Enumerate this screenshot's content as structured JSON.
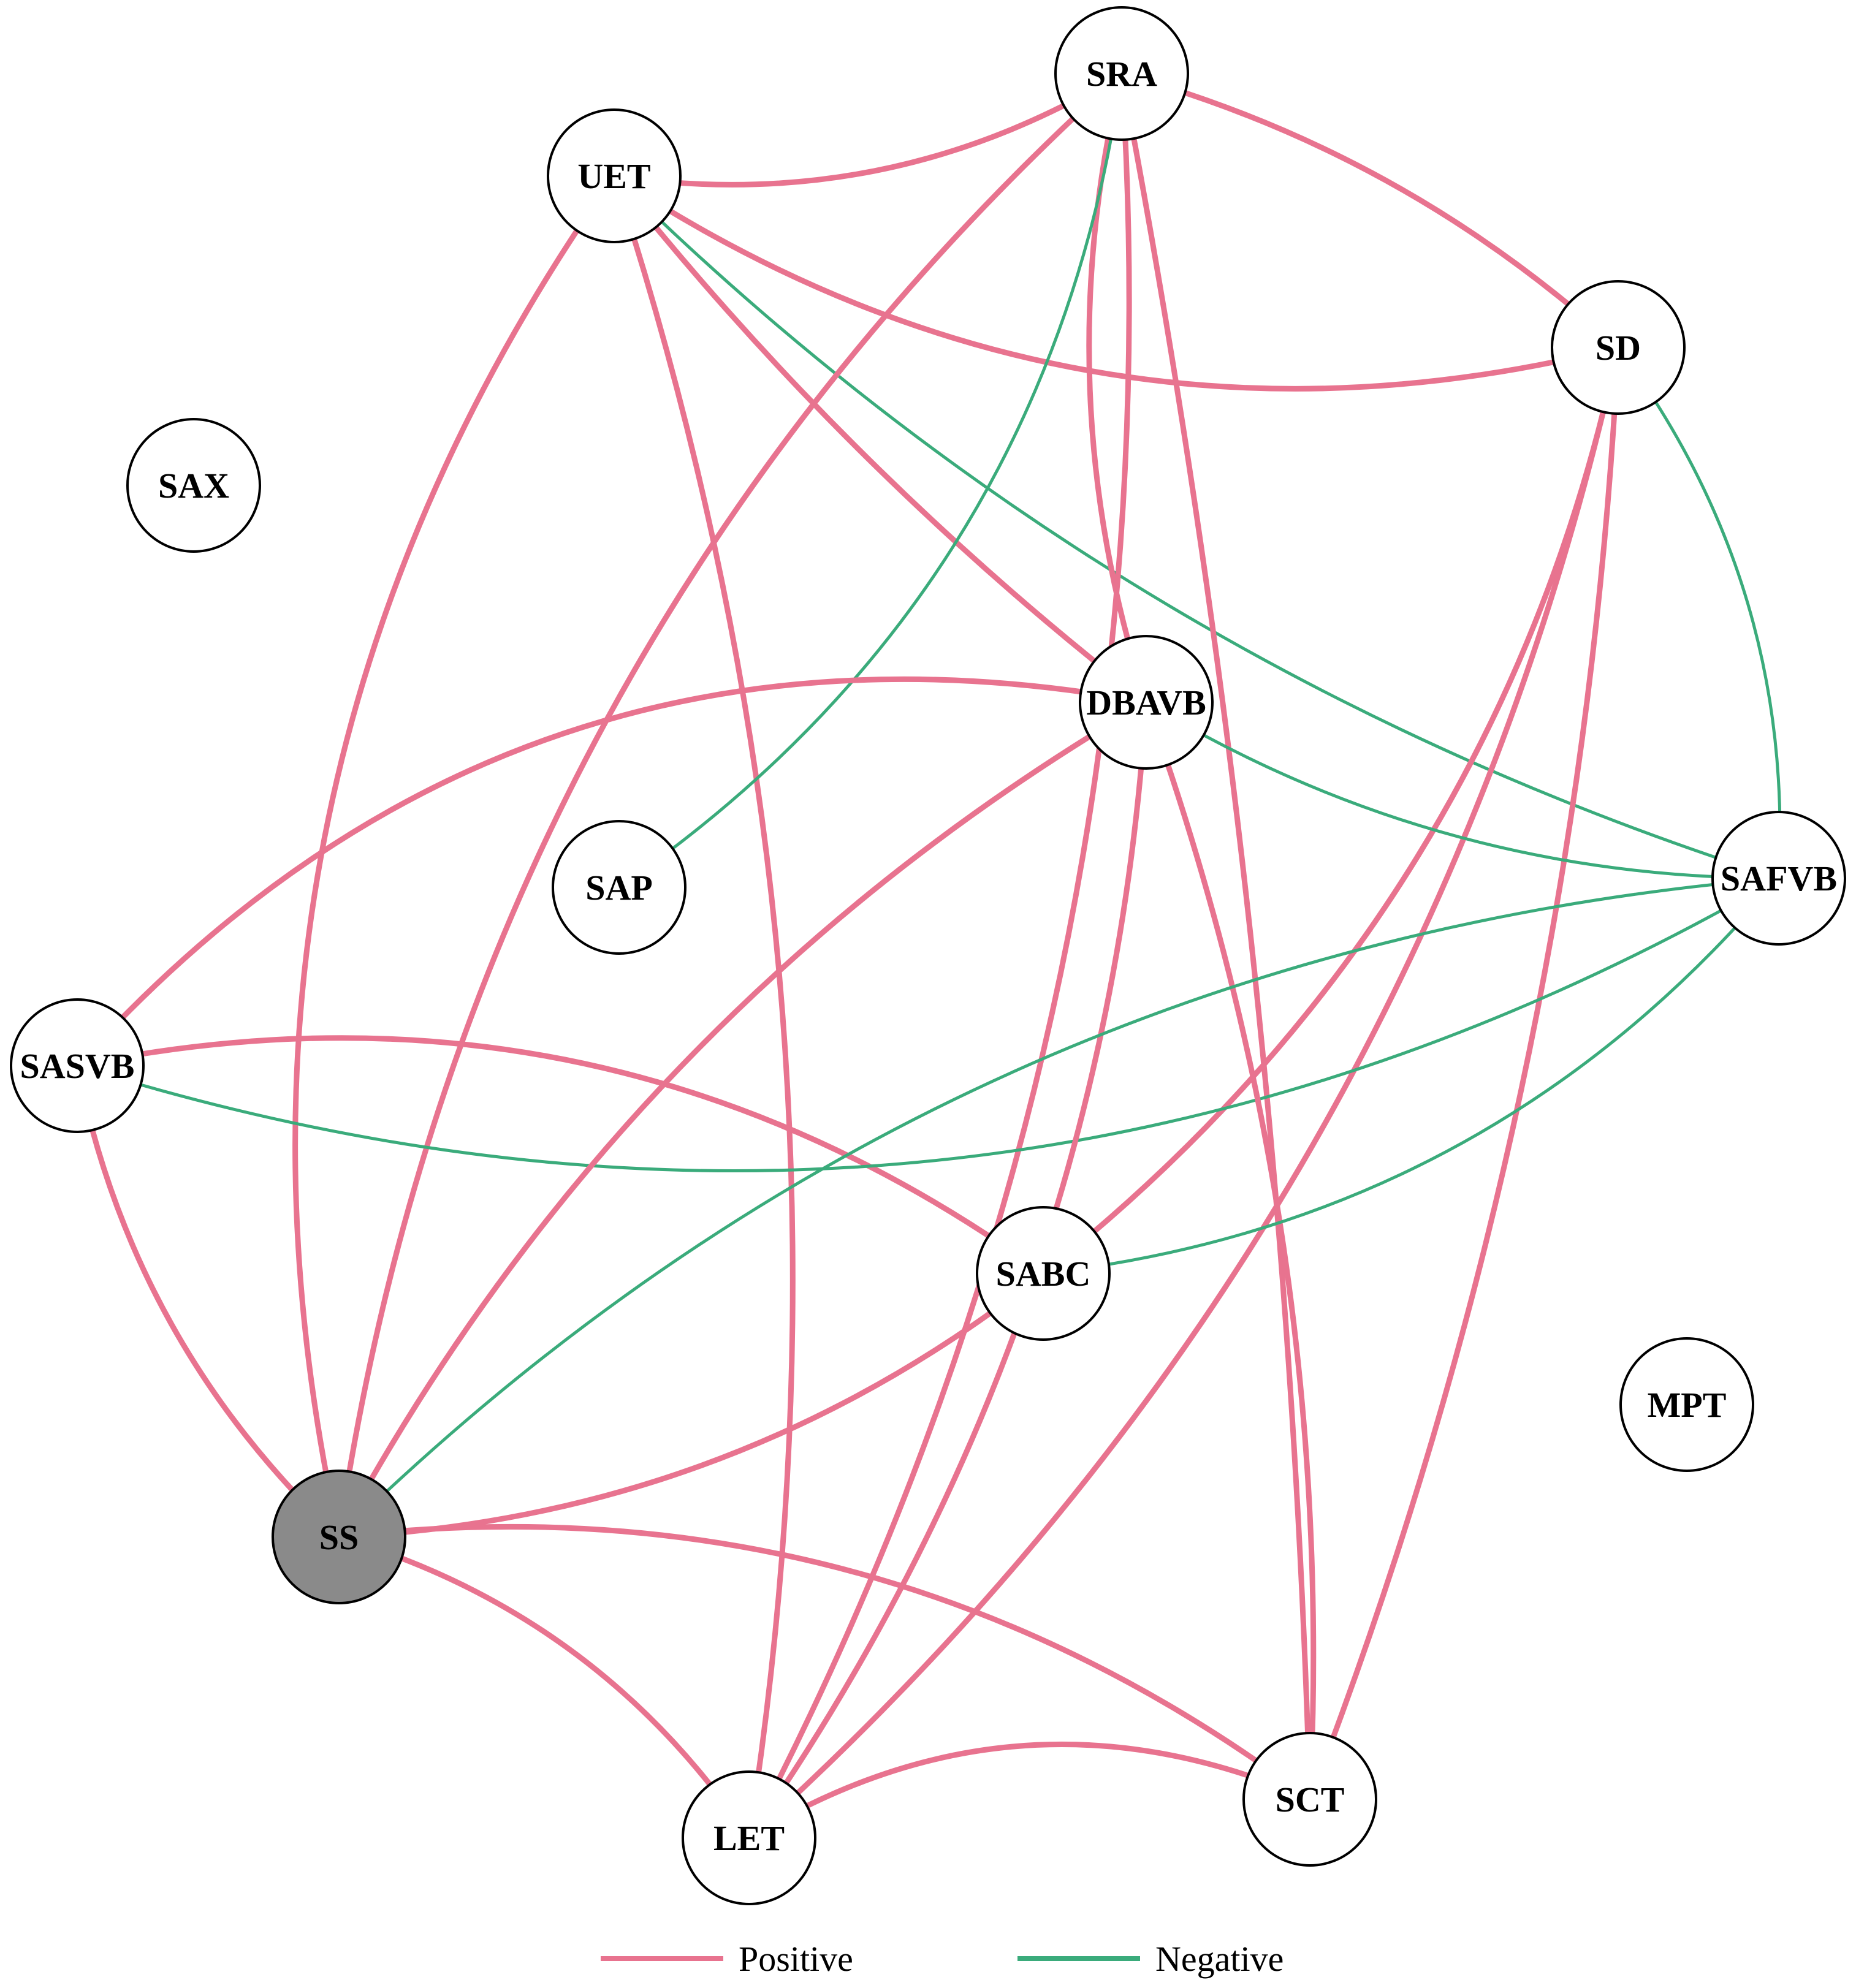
{
  "colors": {
    "positive": "#e8738f",
    "negative": "#3aab7b",
    "node_fill": "#ffffff",
    "highlight_fill": "#8a8a8a"
  },
  "nodes": [
    {
      "id": "SRA",
      "label": "SRA",
      "highlight": false
    },
    {
      "id": "UET",
      "label": "UET",
      "highlight": false
    },
    {
      "id": "SD",
      "label": "SD",
      "highlight": false
    },
    {
      "id": "SAX",
      "label": "SAX",
      "highlight": false
    },
    {
      "id": "DBAVB",
      "label": "DBAVB",
      "highlight": false
    },
    {
      "id": "SAP",
      "label": "SAP",
      "highlight": false
    },
    {
      "id": "SAFVB",
      "label": "SAFVB",
      "highlight": false
    },
    {
      "id": "SASVB",
      "label": "SASVB",
      "highlight": false
    },
    {
      "id": "SABC",
      "label": "SABC",
      "highlight": false
    },
    {
      "id": "MPT",
      "label": "MPT",
      "highlight": false
    },
    {
      "id": "SS",
      "label": "SS",
      "highlight": true
    },
    {
      "id": "LET",
      "label": "LET",
      "highlight": false
    },
    {
      "id": "SCT",
      "label": "SCT",
      "highlight": false
    }
  ],
  "edges": [
    {
      "source": "UET",
      "target": "SRA",
      "sign": "positive"
    },
    {
      "source": "UET",
      "target": "SD",
      "sign": "positive"
    },
    {
      "source": "UET",
      "target": "SS",
      "sign": "positive"
    },
    {
      "source": "UET",
      "target": "DBAVB",
      "sign": "positive"
    },
    {
      "source": "UET",
      "target": "LET",
      "sign": "positive"
    },
    {
      "source": "UET",
      "target": "SAFVB",
      "sign": "negative"
    },
    {
      "source": "SRA",
      "target": "SS",
      "sign": "positive"
    },
    {
      "source": "SRA",
      "target": "SD",
      "sign": "positive"
    },
    {
      "source": "SRA",
      "target": "DBAVB",
      "sign": "positive"
    },
    {
      "source": "SRA",
      "target": "SCT",
      "sign": "positive"
    },
    {
      "source": "SRA",
      "target": "LET",
      "sign": "positive"
    },
    {
      "source": "SRA",
      "target": "SAP",
      "sign": "negative"
    },
    {
      "source": "SD",
      "target": "SABC",
      "sign": "positive"
    },
    {
      "source": "SD",
      "target": "LET",
      "sign": "positive"
    },
    {
      "source": "SD",
      "target": "SCT",
      "sign": "positive"
    },
    {
      "source": "SD",
      "target": "SAFVB",
      "sign": "negative"
    },
    {
      "source": "SASVB",
      "target": "DBAVB",
      "sign": "positive"
    },
    {
      "source": "SASVB",
      "target": "SABC",
      "sign": "positive"
    },
    {
      "source": "SASVB",
      "target": "SS",
      "sign": "positive"
    },
    {
      "source": "SASVB",
      "target": "SAFVB",
      "sign": "negative"
    },
    {
      "source": "DBAVB",
      "target": "SS",
      "sign": "positive"
    },
    {
      "source": "DBAVB",
      "target": "LET",
      "sign": "positive"
    },
    {
      "source": "DBAVB",
      "target": "SCT",
      "sign": "positive"
    },
    {
      "source": "DBAVB",
      "target": "SAFVB",
      "sign": "negative"
    },
    {
      "source": "SAFVB",
      "target": "SS",
      "sign": "negative"
    },
    {
      "source": "SAFVB",
      "target": "SABC",
      "sign": "negative"
    },
    {
      "source": "SABC",
      "target": "SS",
      "sign": "positive"
    },
    {
      "source": "SS",
      "target": "SCT",
      "sign": "positive"
    },
    {
      "source": "SS",
      "target": "LET",
      "sign": "positive"
    },
    {
      "source": "LET",
      "target": "SCT",
      "sign": "positive"
    }
  ],
  "legend": [
    {
      "label": "Positive",
      "sign": "positive"
    },
    {
      "label": "Negative",
      "sign": "negative"
    }
  ]
}
